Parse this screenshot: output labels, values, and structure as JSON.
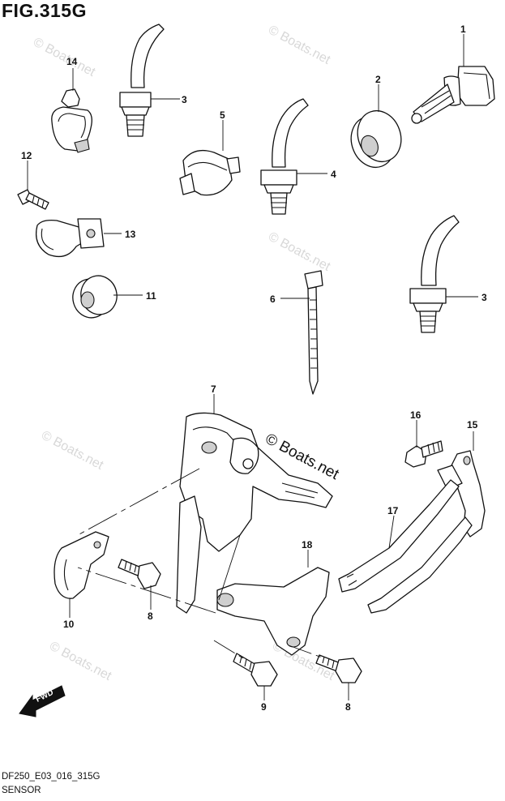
{
  "figure": {
    "title": "FIG.315G",
    "code": "DF250_E03_016_315G",
    "name": "SENSOR"
  },
  "watermark": {
    "text": "© Boats.net",
    "center_text": "© Boats.net"
  },
  "direction_arrow": {
    "label": "FWD"
  },
  "callouts": [
    "1",
    "2",
    "3",
    "14",
    "12",
    "13",
    "11",
    "5",
    "4",
    "6",
    "3",
    "7",
    "16",
    "15",
    "17",
    "18",
    "10",
    "8",
    "9",
    "8"
  ]
}
